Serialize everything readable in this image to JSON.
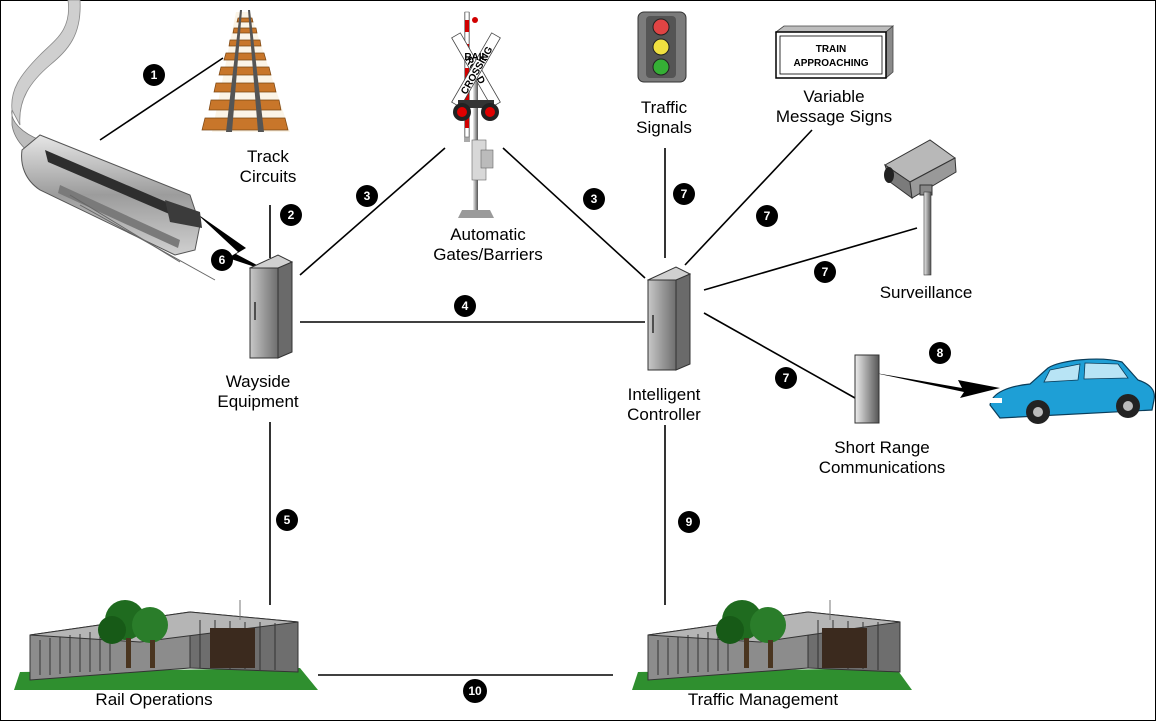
{
  "nodes": {
    "track_circuits": {
      "line1": "Track",
      "line2": "Circuits"
    },
    "gates": {
      "line1": "Automatic",
      "line2": "Gates/Barriers"
    },
    "traffic_signals": {
      "line1": "Traffic",
      "line2": "Signals"
    },
    "vms": {
      "line1": "Variable",
      "line2": "Message Signs"
    },
    "vms_sign_text": {
      "line1": "TRAIN",
      "line2": "APPROACHING"
    },
    "crossing_sign": {
      "word1": "RAIL",
      "word2": "ROAD",
      "word3": "CROSSING"
    },
    "surveillance": {
      "label": "Surveillance"
    },
    "wayside": {
      "line1": "Wayside",
      "line2": "Equipment"
    },
    "controller": {
      "line1": "Intelligent",
      "line2": "Controller"
    },
    "src": {
      "line1": "Short Range",
      "line2": "Communications"
    },
    "rail_ops": {
      "label": "Rail Operations"
    },
    "traffic_mgmt": {
      "label": "Traffic Management"
    }
  },
  "badges": [
    "1",
    "2",
    "3",
    "3",
    "4",
    "5",
    "6",
    "7",
    "7",
    "7",
    "7",
    "8",
    "9",
    "10"
  ],
  "colors": {
    "badge": "#000000",
    "line": "#000000",
    "cabinet": "#9a9a9a",
    "car": "#1e9fd6",
    "track_rail": "#8a5a1e",
    "tree": "#1f6b1f",
    "lawn": "#2f8f2f"
  }
}
